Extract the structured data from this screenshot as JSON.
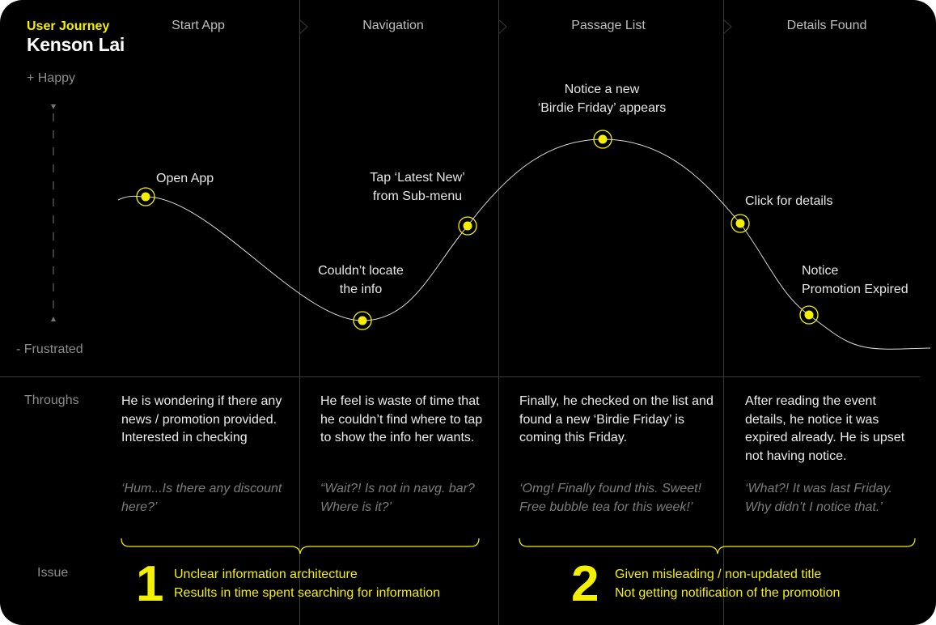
{
  "header": {
    "subtitle": "User Journey",
    "name": "Kenson Lai"
  },
  "stages": [
    "Start App",
    "Navigation",
    "Passage List",
    "Details Found"
  ],
  "axis": {
    "top": "+ Happy",
    "bottom": "- Frustrated"
  },
  "journey_points": [
    {
      "label": "Open App"
    },
    {
      "label": "Couldn’t locate\nthe info"
    },
    {
      "label": "Tap ‘Latest New’\nfrom Sub-menu"
    },
    {
      "label": "Notice a new\n‘Birdie Friday’ appears"
    },
    {
      "label": "Click for details"
    },
    {
      "label": "Notice\nPromotion Expired"
    }
  ],
  "throughs": {
    "label": "Throughs",
    "items": [
      {
        "text": "He is wondering if there any news / promotion provided. Interested in checking",
        "quote": "‘Hum...Is there any discount here?’"
      },
      {
        "text": "He feel is waste of time that he couldn’t find where to tap to show the info her wants.",
        "quote": "“Wait?! Is not in navg. bar? Where is it?’"
      },
      {
        "text": "Finally, he checked on the list and found a new ‘Birdie Friday’ is coming this Friday.",
        "quote": "‘Omg! Finally found this. Sweet! Free bubble tea for this week!’"
      },
      {
        "text": "After reading the event details, he notice it was expired already. He is upset not having notice.",
        "quote": "‘What?! It was last Friday. Why didn’t I notice that.’"
      }
    ]
  },
  "issues": {
    "label": "Issue",
    "items": [
      {
        "number": "1",
        "line1": "Unclear information architecture",
        "line2": "Results in time spent searching for information"
      },
      {
        "number": "2",
        "line1": "Given misleading / non-updated title",
        "line2": "Not getting notification of the promotion"
      }
    ]
  },
  "colors": {
    "background": "#000000",
    "accent": "#f4f000",
    "curve": "#d9d9d9",
    "divider": "#3a3a3a"
  }
}
